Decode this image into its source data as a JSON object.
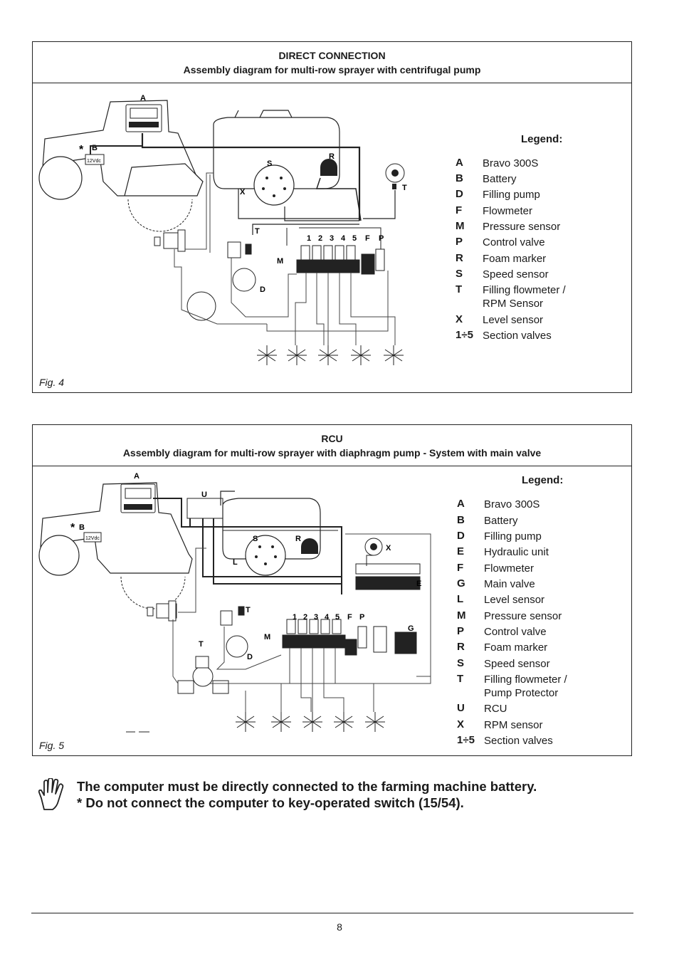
{
  "fig4": {
    "title": "DIRECT CONNECTION",
    "subtitle": "Assembly diagram for multi-row sprayer with centrifugal pump",
    "caption": "Fig. 4",
    "legend_title": "Legend:",
    "legend": [
      {
        "key": "A",
        "value": "Bravo 300S"
      },
      {
        "key": "B",
        "value": "Battery"
      },
      {
        "key": "D",
        "value": "Filling pump"
      },
      {
        "key": "F",
        "value": "Flowmeter"
      },
      {
        "key": "M",
        "value": "Pressure sensor"
      },
      {
        "key": "P",
        "value": "Control valve"
      },
      {
        "key": "R",
        "value": "Foam marker"
      },
      {
        "key": "S",
        "value": "Speed sensor"
      },
      {
        "key": "T",
        "value": "Filling flowmeter /",
        "value2": "RPM Sensor"
      },
      {
        "key": "X",
        "value": "Level sensor"
      },
      {
        "key": "1÷5",
        "value": "Section valves"
      }
    ],
    "labels": {
      "A": "A",
      "B": "B",
      "star": "*",
      "battery": "12Vdc",
      "S": "S",
      "R": "R",
      "X": "X",
      "T": "T",
      "T2": "T",
      "M": "M",
      "D": "D",
      "s1": "1",
      "s2": "2",
      "s3": "3",
      "s4": "4",
      "s5": "5",
      "F": "F",
      "P": "P"
    }
  },
  "fig5": {
    "title": "RCU",
    "subtitle": "Assembly diagram for multi-row sprayer with diaphragm pump - System with main valve",
    "caption": "Fig. 5",
    "legend_title": "Legend:",
    "legend": [
      {
        "key": "A",
        "value": "Bravo 300S"
      },
      {
        "key": "B",
        "value": "Battery"
      },
      {
        "key": "D",
        "value": "Filling pump"
      },
      {
        "key": "E",
        "value": "Hydraulic unit"
      },
      {
        "key": "F",
        "value": "Flowmeter"
      },
      {
        "key": "G",
        "value": "Main valve"
      },
      {
        "key": "L",
        "value": "Level sensor"
      },
      {
        "key": "M",
        "value": "Pressure sensor"
      },
      {
        "key": "P",
        "value": "Control valve"
      },
      {
        "key": "R",
        "value": "Foam marker"
      },
      {
        "key": "S",
        "value": "Speed sensor"
      },
      {
        "key": "T",
        "value": "Filling flowmeter /",
        "value2": "Pump Protector"
      },
      {
        "key": "U",
        "value": "RCU"
      },
      {
        "key": "X",
        "value": "RPM sensor"
      },
      {
        "key": "1÷5",
        "value": "Section valves"
      }
    ],
    "labels": {
      "A": "A",
      "B": "B",
      "star": "*",
      "battery": "12Vdc",
      "U": "U",
      "S": "S",
      "R": "R",
      "X": "X",
      "E": "E",
      "L": "L",
      "T": "T",
      "T2": "T",
      "M": "M",
      "D": "D",
      "G": "G",
      "s1": "1",
      "s2": "2",
      "s3": "3",
      "s4": "4",
      "s5": "5",
      "F": "F",
      "P": "P"
    }
  },
  "note": {
    "line1": "The computer must be directly connected to the farming machine battery.",
    "line2": "* Do not connect the computer to key-operated switch (15/54)."
  },
  "page_number": "8"
}
